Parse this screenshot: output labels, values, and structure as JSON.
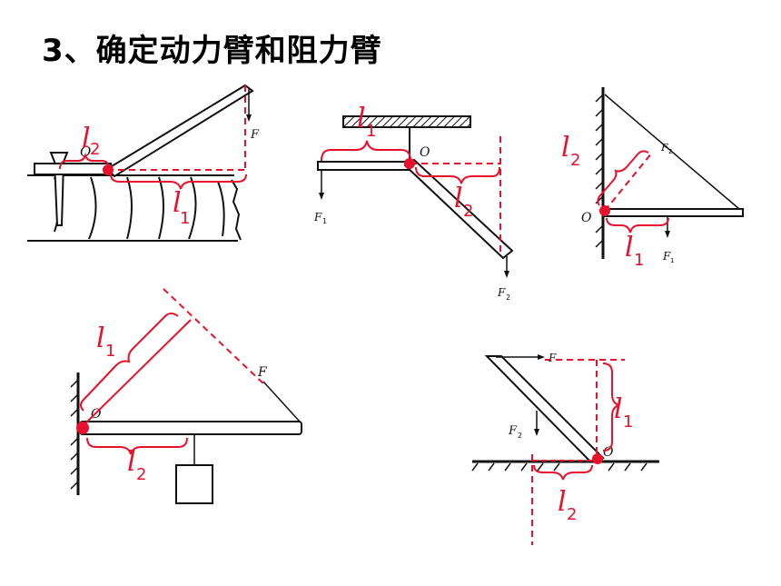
{
  "title": "3、确定动力臂和阻力臂",
  "colors": {
    "mark": "#e8102a",
    "ink": "#111111"
  },
  "labels": {
    "l": "l",
    "one": "1",
    "two": "2",
    "O": "O",
    "F": "F",
    "F1": "F",
    "F2": "F",
    "sub1": "1",
    "sub2": "2"
  }
}
